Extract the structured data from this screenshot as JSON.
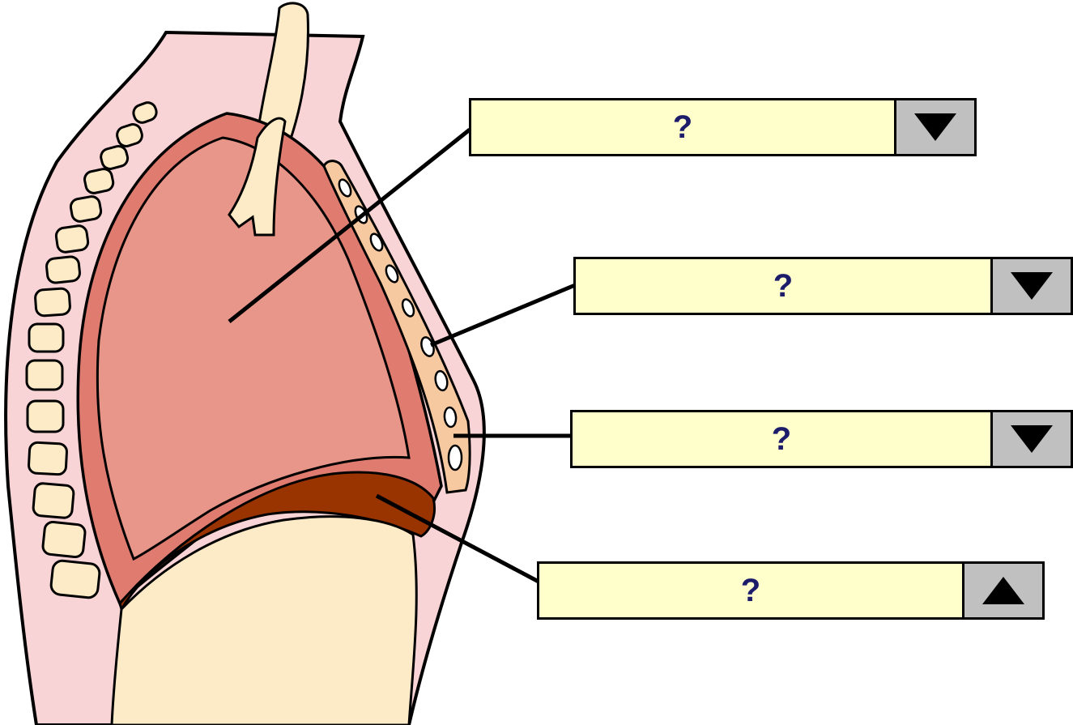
{
  "dropdowns": [
    {
      "value": "?",
      "arrow": "down"
    },
    {
      "value": "?",
      "arrow": "down"
    },
    {
      "value": "?",
      "arrow": "down"
    },
    {
      "value": "?",
      "arrow": "up"
    }
  ],
  "colors": {
    "dropdown_fill": "#ffffcc",
    "dropdown_text": "#1c1c6b",
    "dropdown_button": "#c0c0c0",
    "body_wall": "#f9d4d6",
    "pleura": "#e07b70",
    "lung": "#e8968a",
    "diaphragm": "#993300",
    "vertebrae": "#fdebc8",
    "sternum": "#f6c9a0",
    "abdomen": "#fdebc8"
  },
  "icons": [
    "triangle-down-icon",
    "triangle-up-icon"
  ]
}
